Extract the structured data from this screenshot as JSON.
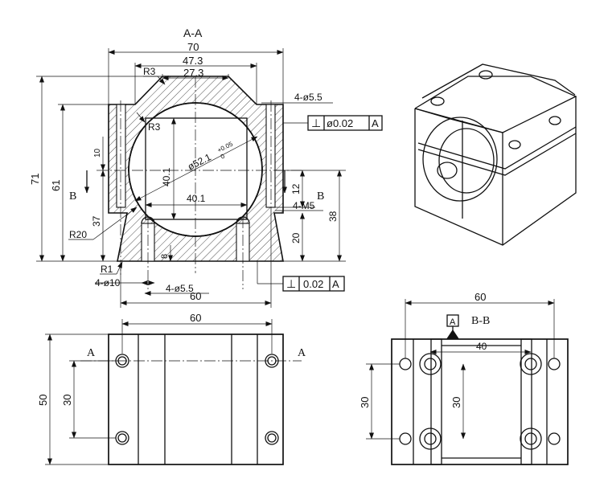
{
  "section": {
    "title": "A-A",
    "dims": {
      "w70": "70",
      "w47": "47.3",
      "w27": "27.3",
      "r3a": "R3",
      "r3b": "R3",
      "holes_top": "4-ø5.5",
      "h71": "71",
      "h61": "61",
      "h37": "37",
      "h10": "10",
      "h12": "12",
      "h38": "38",
      "h20": "20",
      "h8": "8",
      "bore": "ø52.1",
      "tol_up": "+0.05",
      "tol_low": "0",
      "sq_v": "40.1",
      "sq_h": "40.1",
      "r20": "R20",
      "r1": "R1",
      "holes_b10": "4-ø10",
      "holes_b55": "4-ø5.5",
      "w60": "60",
      "thread": "4-M5"
    },
    "gdt_top": {
      "sym": "⊥",
      "val": "ø0.02",
      "datum": "A"
    },
    "gdt_bottom": {
      "sym": "⊥",
      "val": "0.02",
      "datum": "A"
    },
    "view_left": "B",
    "view_right": "B"
  },
  "plan": {
    "w60": "60",
    "h50": "50",
    "h30": "30",
    "cut_left": "A",
    "cut_right": "A"
  },
  "bview": {
    "datum": "A",
    "title": "B-B",
    "w60": "60",
    "w40": "40",
    "h30a": "30",
    "h30b": "30"
  }
}
